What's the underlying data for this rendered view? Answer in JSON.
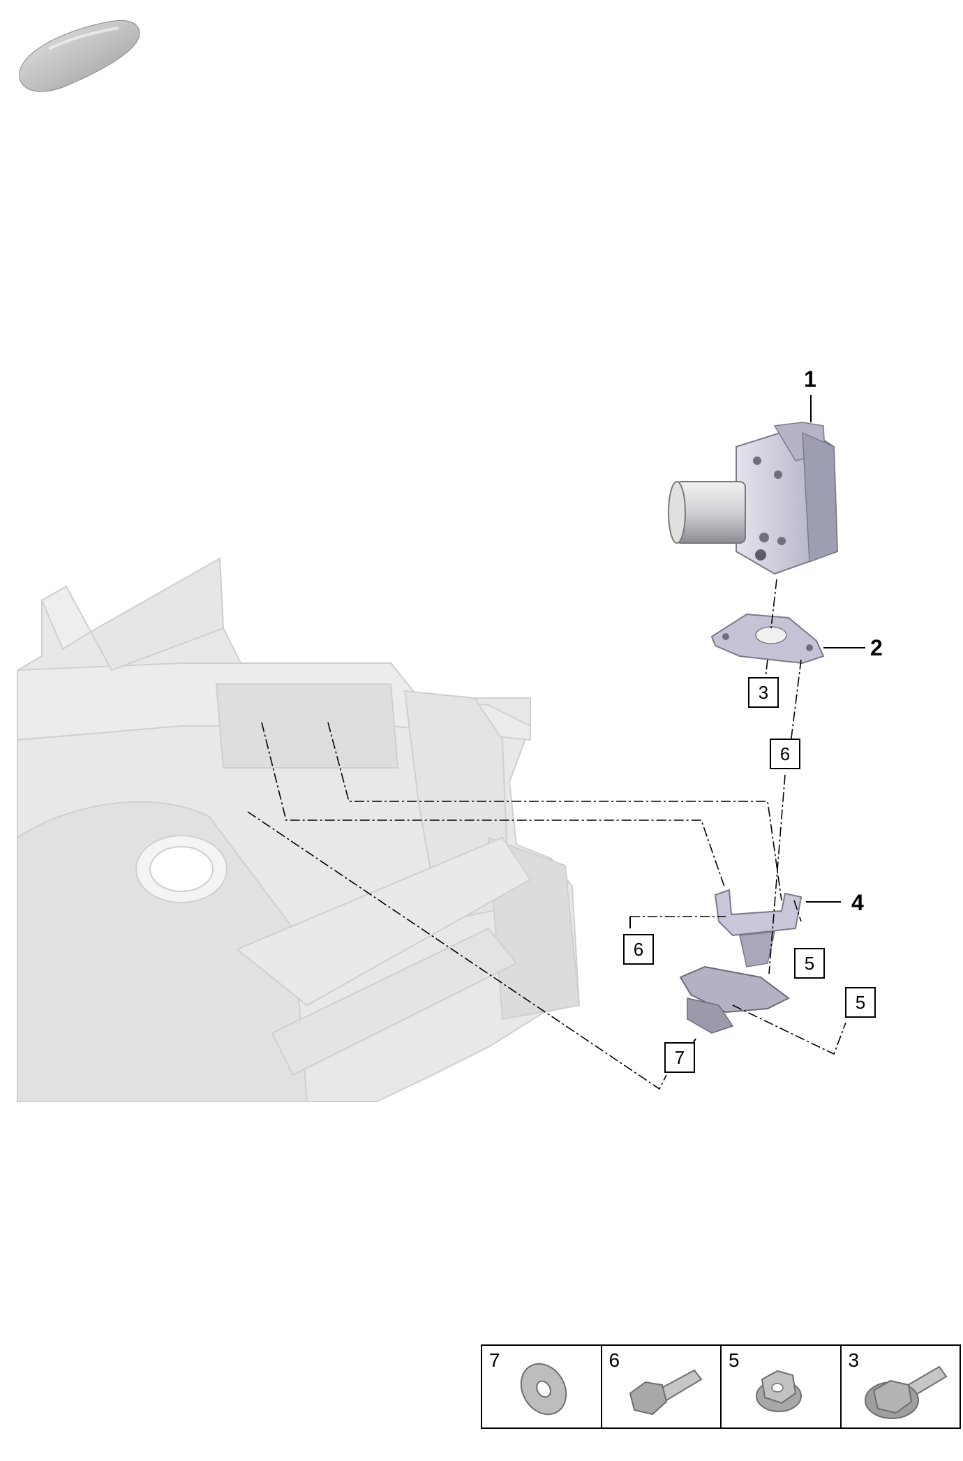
{
  "callouts": {
    "abs_unit": "1",
    "upper_bracket": "2",
    "lower_bracket": "4"
  },
  "boxed_refs": {
    "upper_bracket_bolt": "3",
    "upper_to_lower_bolt": "6",
    "lower_bracket_left_bolt": "6",
    "lower_bracket_nut_a": "5",
    "lower_bracket_nut_b": "5",
    "lower_bracket_washer": "7"
  },
  "legend": {
    "items": [
      {
        "number": "7",
        "icon": "washer-icon"
      },
      {
        "number": "6",
        "icon": "hex-bolt-icon"
      },
      {
        "number": "5",
        "icon": "flange-nut-icon"
      },
      {
        "number": "3",
        "icon": "flange-bolt-icon"
      }
    ]
  },
  "colors": {
    "abs_unit": "#c9c9dc",
    "body_structure": "#e6e6e6",
    "bracket": "#b8b8c8",
    "line": "#000000"
  }
}
